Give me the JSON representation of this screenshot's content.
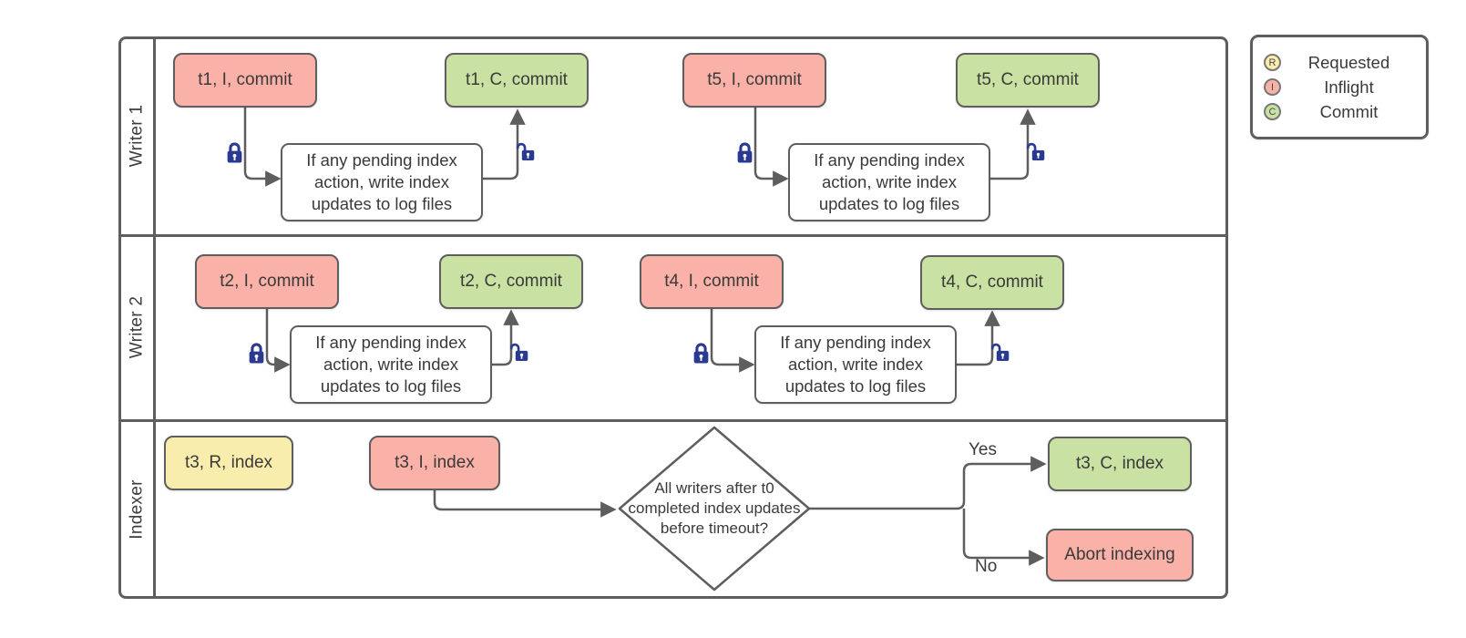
{
  "colors": {
    "inflight_fill": "#fab1a8",
    "commit_fill": "#c9e2a3",
    "requested_fill": "#f9edae",
    "shape_border": "#5e5e5e",
    "lock_icon": "#2b3a91",
    "text": "#3a3a3a"
  },
  "lanes": [
    {
      "label": "Writer 1"
    },
    {
      "label": "Writer 2"
    },
    {
      "label": "Indexer"
    }
  ],
  "nodes": {
    "t1_inflight": "t1, I, commit",
    "t1_commit": "t1, C, commit",
    "t5_inflight": "t5, I, commit",
    "t5_commit": "t5, C, commit",
    "t2_inflight": "t2, I, commit",
    "t2_commit": "t2, C, commit",
    "t4_inflight": "t4, I, commit",
    "t4_commit": "t4, C, commit",
    "t3_requested": "t3, R, index",
    "t3_inflight": "t3, I, index",
    "t3_commit": "t3, C, index",
    "abort": "Abort indexing",
    "pending_note": "If any pending index\naction, write index\nupdates to log files",
    "decision": "All writers after t0\ncompleted index updates\nbefore timeout?"
  },
  "edge_labels": {
    "yes": "Yes",
    "no": "No"
  },
  "legend": {
    "items": [
      {
        "symbol": "R",
        "label": "Requested"
      },
      {
        "symbol": "I",
        "label": "Inflight"
      },
      {
        "symbol": "C",
        "label": "Commit"
      }
    ]
  }
}
